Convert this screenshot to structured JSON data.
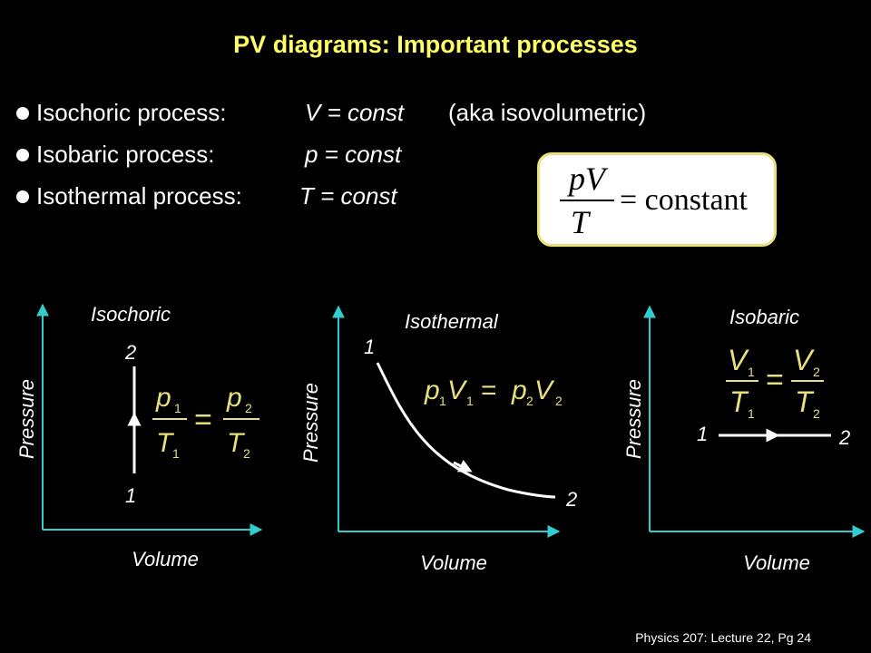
{
  "title": "PV diagrams:  Important processes",
  "bullets": [
    {
      "label": "Isochoric process:",
      "equation": "V = const",
      "note": "(aka isovolumetric)"
    },
    {
      "label": "Isobaric process:",
      "equation": "p = const",
      "note": ""
    },
    {
      "label": "Isothermal process:",
      "equation": "T = const",
      "note": ""
    }
  ],
  "ideal_gas_formula": {
    "numerator": "pV",
    "denominator": "T",
    "rhs": "= constant"
  },
  "diagrams": {
    "isochoric": {
      "title": "Isochoric",
      "xlabel": "Volume",
      "ylabel": "Pressure",
      "start_label": "1",
      "end_label": "2",
      "formula": {
        "left_num": "p",
        "left_den": "T",
        "right_num": "p",
        "right_den": "T",
        "sub1": "1",
        "sub2": "2",
        "equals": "="
      }
    },
    "isothermal": {
      "title": "Isothermal",
      "xlabel": "Volume",
      "ylabel": "Pressure",
      "start_label": "1",
      "end_label": "2",
      "formula": {
        "p": "p",
        "v": "V",
        "sub1": "1",
        "sub2": "2",
        "equals": "="
      }
    },
    "isobaric": {
      "title": "Isobaric",
      "xlabel": "Volume",
      "ylabel": "Pressure",
      "start_label": "1",
      "end_label": "2",
      "formula": {
        "left_num": "V",
        "left_den": "T",
        "right_num": "V",
        "right_den": "T",
        "sub1": "1",
        "sub2": "2",
        "equals": "="
      }
    }
  },
  "footer": "Physics 207:  Lecture 22, Pg 24",
  "colors": {
    "background": "#000000",
    "title": "#ffff66",
    "axis": "#33cccc",
    "formula": "#e8e07a",
    "text": "#ffffff"
  }
}
